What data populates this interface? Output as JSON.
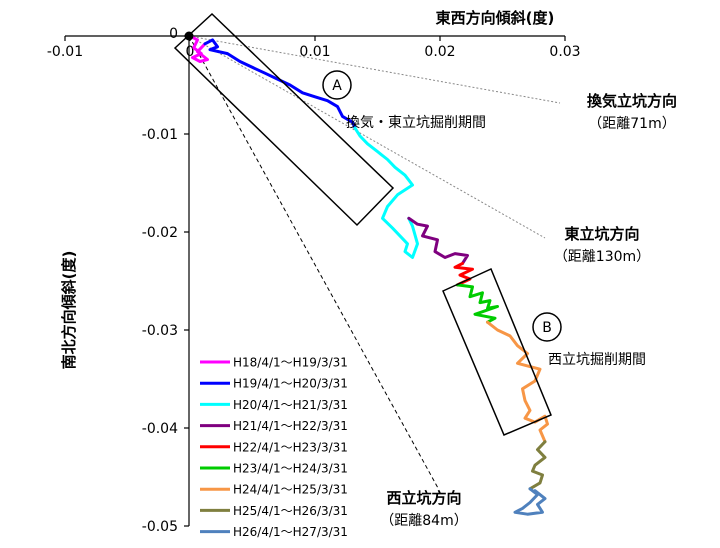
{
  "chart_data": {
    "type": "line",
    "xlabel": "東西方向傾斜(度)",
    "ylabel": "南北方向傾斜(度)",
    "xlim": [
      -0.01,
      0.03
    ],
    "ylim": [
      -0.05,
      0
    ],
    "x_ticks": [
      "-0.01",
      "0",
      "0.01",
      "0.02",
      "0.03"
    ],
    "y_ticks": [
      "0",
      "-0.01",
      "-0.02",
      "-0.03",
      "-0.04",
      "-0.05"
    ],
    "grid": false,
    "legend_position": "bottom-left",
    "series": [
      {
        "name": "H18/4/1～H19/3/31",
        "color": "#ff00ff",
        "points": [
          [
            0,
            0
          ],
          [
            0.0006,
            -0.0004
          ],
          [
            0.0003,
            -0.0012
          ],
          [
            0.0009,
            -0.0018
          ],
          [
            0.0002,
            -0.0022
          ],
          [
            0.0008,
            -0.0026
          ],
          [
            0.0014,
            -0.0024
          ],
          [
            0.0006,
            -0.0016
          ],
          [
            0.0012,
            -0.0008
          ]
        ]
      },
      {
        "name": "H19/4/1～H20/3/31",
        "color": "#0000ff",
        "points": [
          [
            0.0012,
            -0.0008
          ],
          [
            0.0018,
            -0.0004
          ],
          [
            0.0022,
            -0.0011
          ],
          [
            0.0016,
            -0.0014
          ],
          [
            0.003,
            -0.0018
          ],
          [
            0.004,
            -0.0026
          ],
          [
            0.005,
            -0.0032
          ],
          [
            0.006,
            -0.0038
          ],
          [
            0.007,
            -0.0044
          ],
          [
            0.008,
            -0.005
          ],
          [
            0.009,
            -0.0058
          ],
          [
            0.01,
            -0.0062
          ],
          [
            0.011,
            -0.0066
          ],
          [
            0.0118,
            -0.0072
          ],
          [
            0.0122,
            -0.0082
          ],
          [
            0.013,
            -0.0088
          ],
          [
            0.0132,
            -0.0094
          ]
        ]
      },
      {
        "name": "H20/4/1～H21/3/31",
        "color": "#00ffff",
        "points": [
          [
            0.0132,
            -0.0094
          ],
          [
            0.0136,
            -0.0102
          ],
          [
            0.0142,
            -0.011
          ],
          [
            0.015,
            -0.0118
          ],
          [
            0.0158,
            -0.0126
          ],
          [
            0.0164,
            -0.0134
          ],
          [
            0.0172,
            -0.0142
          ],
          [
            0.0178,
            -0.0152
          ],
          [
            0.0166,
            -0.0162
          ],
          [
            0.0158,
            -0.0174
          ],
          [
            0.0154,
            -0.0186
          ],
          [
            0.0162,
            -0.0196
          ],
          [
            0.0168,
            -0.0204
          ],
          [
            0.0174,
            -0.0212
          ],
          [
            0.0172,
            -0.022
          ],
          [
            0.0178,
            -0.0226
          ],
          [
            0.0182,
            -0.0212
          ],
          [
            0.0178,
            -0.0194
          ],
          [
            0.0175,
            -0.0186
          ]
        ]
      },
      {
        "name": "H21/4/1～H22/3/31",
        "color": "#7f007f",
        "points": [
          [
            0.0175,
            -0.0186
          ],
          [
            0.0182,
            -0.0192
          ],
          [
            0.019,
            -0.0194
          ],
          [
            0.0186,
            -0.0204
          ],
          [
            0.0198,
            -0.0208
          ],
          [
            0.0196,
            -0.022
          ],
          [
            0.0204,
            -0.0226
          ],
          [
            0.0212,
            -0.0222
          ],
          [
            0.0222,
            -0.0224
          ],
          [
            0.0218,
            -0.0232
          ]
        ]
      },
      {
        "name": "H22/4/1～H23/3/31",
        "color": "#ff0000",
        "points": [
          [
            0.0218,
            -0.0232
          ],
          [
            0.0212,
            -0.0236
          ],
          [
            0.0226,
            -0.0238
          ],
          [
            0.0216,
            -0.0244
          ],
          [
            0.0224,
            -0.0248
          ],
          [
            0.0214,
            -0.0254
          ]
        ]
      },
      {
        "name": "H23/4/1～H24/3/31",
        "color": "#00cc00",
        "points": [
          [
            0.0214,
            -0.0254
          ],
          [
            0.0226,
            -0.0256
          ],
          [
            0.0224,
            -0.0266
          ],
          [
            0.0234,
            -0.0262
          ],
          [
            0.0232,
            -0.0272
          ],
          [
            0.024,
            -0.027
          ],
          [
            0.0238,
            -0.0278
          ],
          [
            0.0246,
            -0.0276
          ],
          [
            0.0228,
            -0.0284
          ],
          [
            0.0244,
            -0.0288
          ],
          [
            0.0238,
            -0.0292
          ]
        ]
      },
      {
        "name": "H24/4/1～H25/3/31",
        "color": "#f79646",
        "points": [
          [
            0.0238,
            -0.0292
          ],
          [
            0.0246,
            -0.03
          ],
          [
            0.0256,
            -0.0306
          ],
          [
            0.0262,
            -0.0316
          ],
          [
            0.027,
            -0.0324
          ],
          [
            0.0262,
            -0.0334
          ],
          [
            0.028,
            -0.034
          ],
          [
            0.0276,
            -0.0352
          ],
          [
            0.0266,
            -0.036
          ],
          [
            0.0268,
            -0.0372
          ],
          [
            0.0272,
            -0.0382
          ],
          [
            0.0268,
            -0.039
          ],
          [
            0.0276,
            -0.0394
          ],
          [
            0.0284,
            -0.0388
          ],
          [
            0.0286,
            -0.0396
          ],
          [
            0.028,
            -0.0402
          ],
          [
            0.0284,
            -0.0414
          ]
        ]
      },
      {
        "name": "H25/4/1～H26/3/31",
        "color": "#7f7f3f",
        "points": [
          [
            0.0284,
            -0.0414
          ],
          [
            0.0278,
            -0.0422
          ],
          [
            0.0284,
            -0.043
          ],
          [
            0.0276,
            -0.0438
          ],
          [
            0.0274,
            -0.0444
          ],
          [
            0.0282,
            -0.0448
          ],
          [
            0.028,
            -0.0456
          ],
          [
            0.0272,
            -0.0462
          ]
        ]
      },
      {
        "name": "H26/4/1～H27/3/31",
        "color": "#4f81bd",
        "points": [
          [
            0.0272,
            -0.0462
          ],
          [
            0.0278,
            -0.0468
          ],
          [
            0.0272,
            -0.0476
          ],
          [
            0.0266,
            -0.0482
          ],
          [
            0.026,
            -0.0486
          ],
          [
            0.027,
            -0.0488
          ],
          [
            0.0282,
            -0.0486
          ],
          [
            0.0278,
            -0.0478
          ],
          [
            0.0284,
            -0.0472
          ],
          [
            0.0276,
            -0.0464
          ]
        ]
      }
    ],
    "annotations": {
      "marker_a": "A",
      "marker_b": "B",
      "period_a": "換気・東立坑掘削期間",
      "period_b": "西立坑掘削期間",
      "dir_kanki": "換気立坑方向",
      "dist_kanki": "（距離71m）",
      "dir_higashi": "東立坑方向",
      "dist_higashi": "（距離130m）",
      "dir_nishi": "西立坑方向",
      "dist_nishi": "（距離84m）"
    }
  }
}
